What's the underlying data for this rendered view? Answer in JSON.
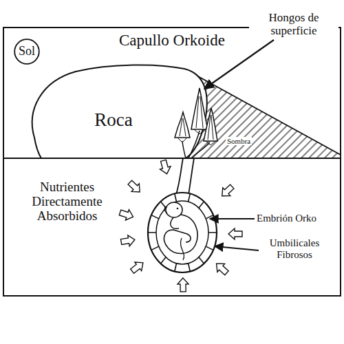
{
  "diagram": {
    "title": "Capullo Orkoide",
    "nodes": [
      {
        "text": [
          "Sol"
        ]
      },
      {
        "text": [
          "Roca"
        ]
      },
      {
        "text": [
          "Sombra"
        ]
      }
    ],
    "labels": [
      "Hongos de superficie",
      "Nutrientes Directamente Absorbidos",
      "Embrión Orko",
      "Umbilicales Fibrosos"
    ]
  }
}
